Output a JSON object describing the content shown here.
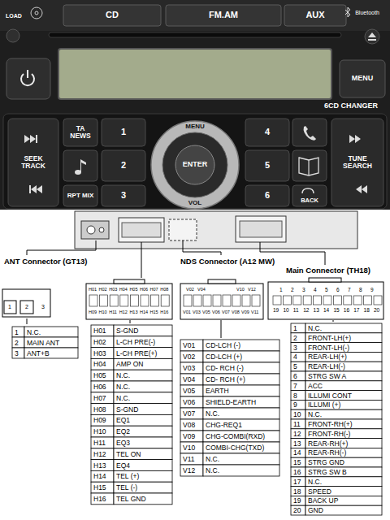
{
  "diagram": {
    "labels": [
      "LOAD",
      "CD",
      "FM.AM",
      "AUX",
      "Bluetooth",
      "MENU",
      "6CD CHANGER",
      "TA NEWS",
      "1",
      "MENU",
      "4",
      "SEEK TRACK",
      "2",
      "ENTER",
      "5",
      "TUNE SEARCH",
      "RPT MIX",
      "3",
      "VOL",
      "6",
      "BACK",
      "ANT Connector (GT13)",
      "NDS Connector (A12 MW)",
      "Main Connector (TH18)",
      "1",
      "2",
      "3",
      "H01",
      "H02",
      "H03",
      "H04",
      "H05",
      "H06",
      "H07",
      "H08",
      "H09",
      "H10",
      "H11",
      "H12",
      "H13",
      "H14",
      "H15",
      "H16",
      "V02",
      "V04",
      "V10",
      "V12",
      "V01",
      "V03",
      "V05",
      "V06",
      "V07",
      "V08",
      "V09",
      "V11",
      "1",
      "2",
      "3",
      "4",
      "5",
      "6",
      "7",
      "8",
      "9",
      "19",
      "10",
      "11",
      "12",
      "13",
      "14",
      "15",
      "16",
      "17",
      "18",
      "20",
      "1",
      "N.C.",
      "2",
      "MAIN ANT",
      "3",
      "ANT+B",
      "H01",
      "S-GND",
      "H02",
      "L-CH PRE(-)",
      "H03",
      "L-CH PRE(+)",
      "H04",
      "AMP ON",
      "H05",
      "N.C.",
      "H06",
      "N.C.",
      "H07",
      "N.C.",
      "H08",
      "S-GND",
      "H09",
      "EQ1",
      "H10",
      "EQ2",
      "H11",
      "EQ3",
      "H12",
      "TEL ON",
      "H13",
      "EQ4",
      "H14",
      "TEL (+)",
      "H15",
      "TEL (-)",
      "H16",
      "TEL GND",
      "V01",
      "CD-LCH (-)",
      "V02",
      "CD-LCH (+)",
      "V03",
      "CD- RCH (-)",
      "V04",
      "CD- RCH (+)",
      "V05",
      "EARTH",
      "V06",
      "SHIELD-EARTH",
      "V07",
      "N.C.",
      "V08",
      "CHG-REQ1",
      "V09",
      "CHG-COMBI(RXD)",
      "V10",
      "COMBI-CHG(TXD)",
      "V11",
      "N.C.",
      "V12",
      "N.C.",
      "1",
      "N.C.",
      "2",
      "FRONT-LH(+)",
      "3",
      "FRONT-LH(-)",
      "4",
      "REAR-LH(+)",
      "5",
      "REAR-LH(-)",
      "6",
      "STRG SW A",
      "7",
      "ACC",
      "8",
      "ILLUMI CONT",
      "9",
      "ILLUMI (+)",
      "10",
      "N.C.",
      "11",
      "FRONT-RH(+)",
      "12",
      "FRONT-RH(-)",
      "13",
      "REAR-RH(+)",
      "14",
      "REAR-RH(-)",
      "15",
      "STRG GND",
      "16",
      "STRG SW B",
      "17",
      "N.C.",
      "18",
      "SPEED",
      "19",
      "BACK UP",
      "20",
      "GND"
    ]
  }
}
